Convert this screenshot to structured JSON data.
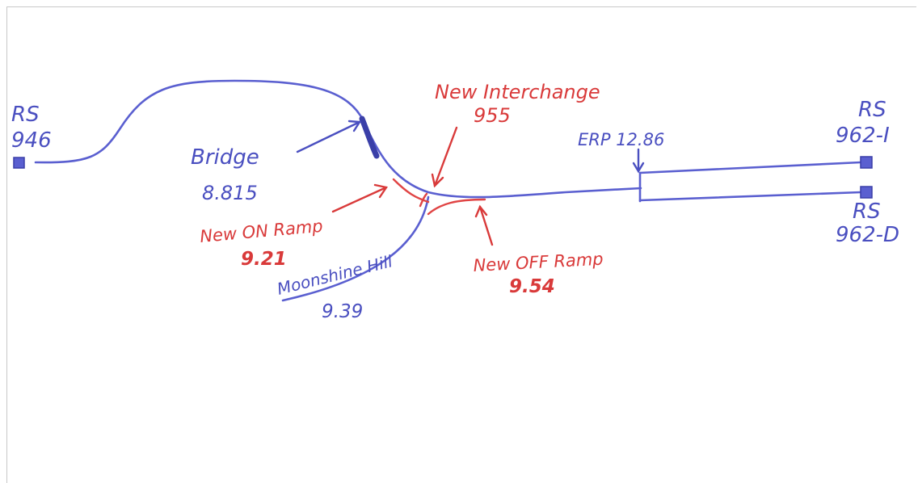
{
  "labels": {
    "rs946_line1": "RS",
    "rs946_line2": "946",
    "bridge_name": "Bridge",
    "bridge_value": "8.815",
    "interchange_name": "New Interchange",
    "interchange_value": "955",
    "on_ramp_name": "New ON Ramp",
    "on_ramp_value": "9.21",
    "moonshine_name": "Moonshine Hill",
    "moonshine_value": "9.39",
    "off_ramp_name": "New OFF Ramp",
    "off_ramp_value": "9.54",
    "erp_label": "ERP 12.86",
    "rs962i_line1": "RS",
    "rs962i_line2": "962-I",
    "rs962d_line1": "RS",
    "rs962d_line2": "962-D"
  },
  "colors": {
    "road_blue": "#5a5fd0",
    "text_blue": "#4a4fc0",
    "ramp_red": "#e04444"
  },
  "icons": {
    "station_marker": "filled-square-marker",
    "pointer": "hand-drawn-arrow"
  }
}
